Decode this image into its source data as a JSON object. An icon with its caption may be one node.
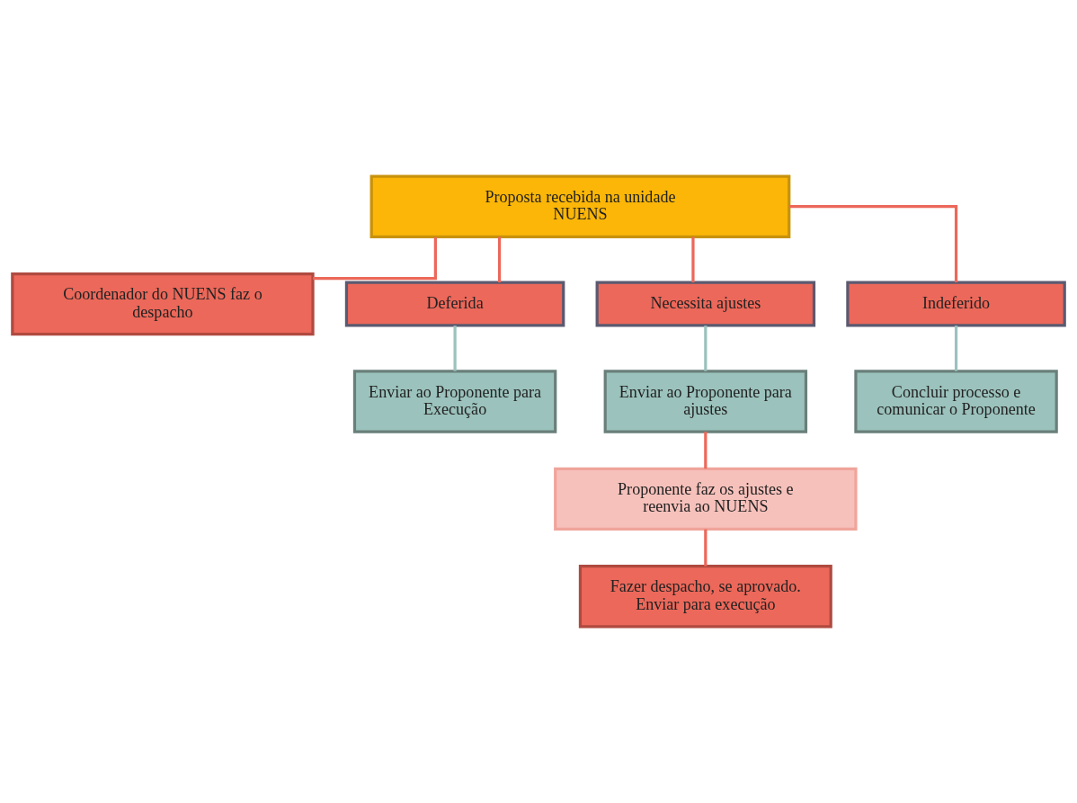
{
  "diagram": {
    "nodes": [
      {
        "text": [
          "Proposta recebida na unidade NUENS"
        ]
      },
      {
        "text": [
          "Coordenador do NUENS faz o despacho"
        ]
      },
      {
        "text": [
          "Deferida"
        ]
      },
      {
        "text": [
          "Necessita ajustes"
        ]
      },
      {
        "text": [
          "Indeferido"
        ]
      },
      {
        "text": [
          "Enviar ao Proponente para Execução"
        ]
      },
      {
        "text": [
          "Enviar ao Proponente para ajustes"
        ]
      },
      {
        "text": [
          "Concluir processo e comunicar o Proponente"
        ]
      },
      {
        "text": [
          "Proponente faz os ajustes e reenvia ao NUENS"
        ]
      },
      {
        "text": [
          "Fazer despacho, se aprovado. Enviar para execução"
        ]
      }
    ],
    "edges": [
      {
        "from": 0,
        "to": 1,
        "arrow": "none"
      },
      {
        "from": 0,
        "to": 2,
        "arrow": "none"
      },
      {
        "from": 0,
        "to": 3,
        "arrow": "none"
      },
      {
        "from": 0,
        "to": 4,
        "arrow": "none"
      },
      {
        "from": 2,
        "to": 5,
        "arrow": "none",
        "color": "#9bc2bc"
      },
      {
        "from": 3,
        "to": 6,
        "arrow": "none",
        "color": "#9bc2bc"
      },
      {
        "from": 4,
        "to": 7,
        "arrow": "none",
        "color": "#9bc2bc"
      },
      {
        "from": 6,
        "to": 8,
        "arrow": "none"
      },
      {
        "from": 8,
        "to": 9,
        "arrow": "none"
      }
    ]
  }
}
